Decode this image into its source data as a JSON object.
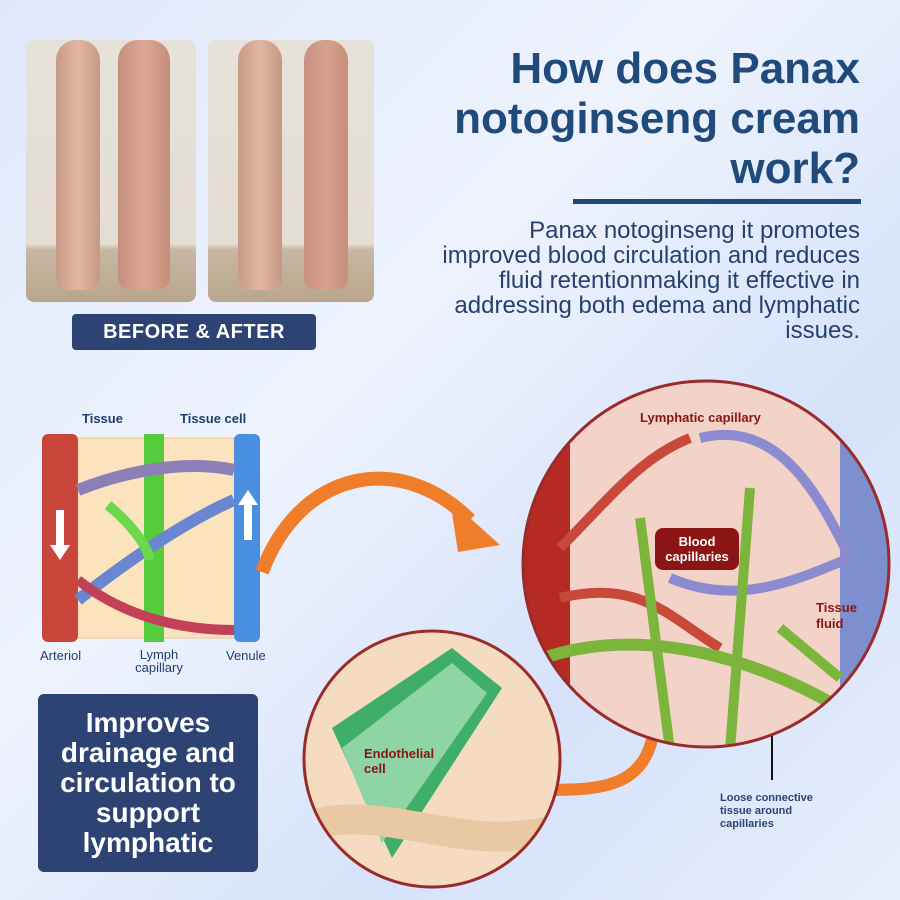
{
  "photos": {
    "before_alt": "before-photo",
    "after_alt": "after-photo",
    "badge": "BEFORE & AFTER"
  },
  "header": {
    "title": "How does Panax notoginseng cream work?",
    "description": "Panax notoginseng it promotes improved blood circulation and reduces fluid retentionmaking it effective in addressing both edema and lymphatic issues."
  },
  "diagram_left": {
    "tissue": "Tissue",
    "tissue_cell": "Tissue cell",
    "arteriol": "Arteriol",
    "lymph_capillary": "Lymph capillary",
    "venule": "Venule"
  },
  "callout": {
    "text": "Improves drainage and circulation to support lymphatic"
  },
  "diagram_circle": {
    "lymphatic_capillary": "Lymphatic capillary",
    "blood_capillaries": "Blood capillaries",
    "tissue_fluid": "Tissue fluid",
    "loose_connective": "Loose connective tissue around capillaries"
  },
  "diagram_small": {
    "endothelial": "Endothelial cell"
  },
  "colors": {
    "navy": "#2c4373",
    "title": "#1f4a7a",
    "orange": "#f07d2a",
    "darkred": "#8b1515"
  }
}
